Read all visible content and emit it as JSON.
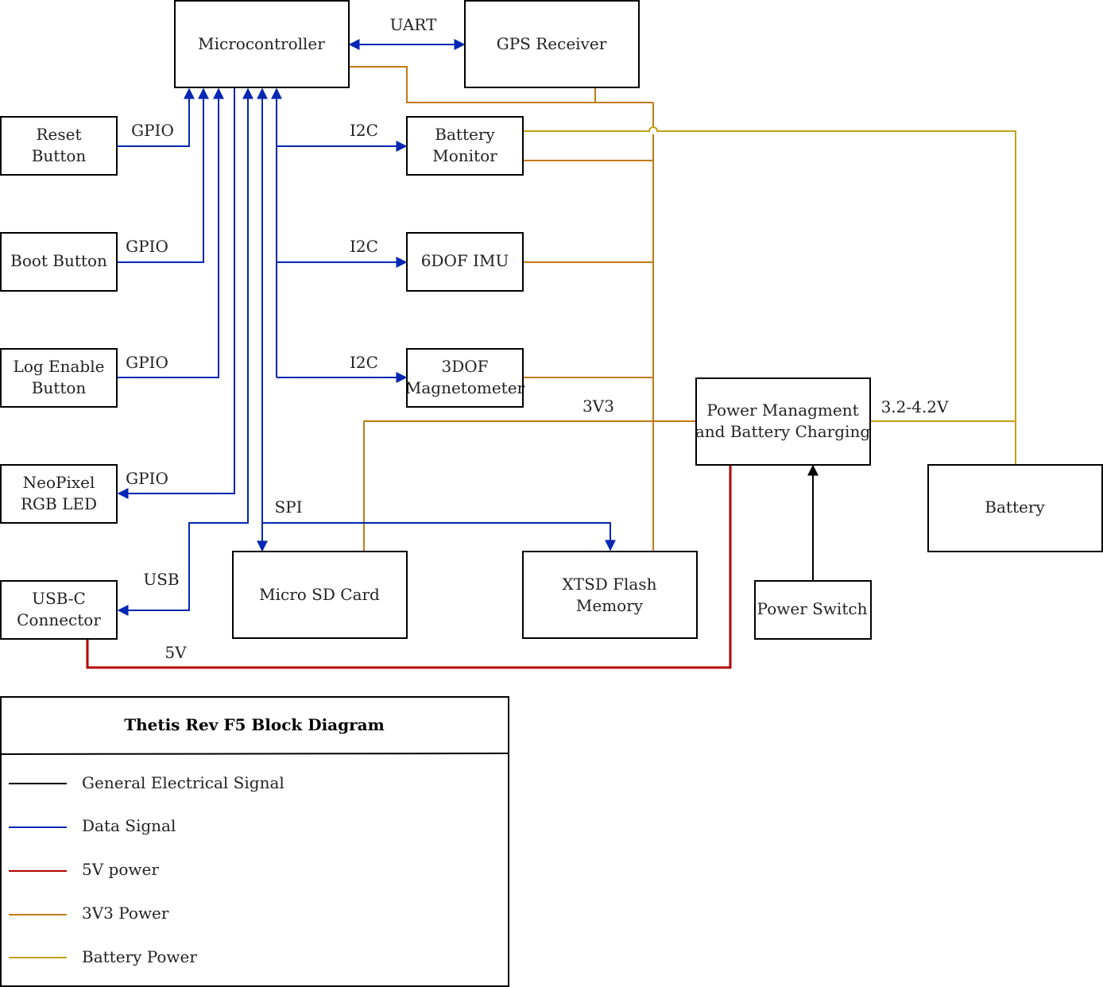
{
  "blocks": {
    "microcontroller": [
      "Microcontroller"
    ],
    "gps": [
      "GPS Receiver"
    ],
    "reset": [
      "Reset",
      "Button"
    ],
    "boot": [
      "Boot Button"
    ],
    "log": [
      "Log Enable",
      "Button"
    ],
    "neopixel": [
      "NeoPixel",
      "RGB LED"
    ],
    "usbc": [
      "USB-C",
      "Connector"
    ],
    "battmon": [
      "Battery",
      "Monitor"
    ],
    "imu": [
      "6DOF IMU"
    ],
    "mag": [
      "3DOF",
      "Magnetometer"
    ],
    "pmic": [
      "Power Managment",
      "and Battery Charging"
    ],
    "battery": [
      "Battery"
    ],
    "sd": [
      "Micro SD Card"
    ],
    "flash": [
      "XTSD Flash",
      "Memory"
    ],
    "switch": [
      "Power Switch"
    ]
  },
  "connections": {
    "uart": "UART",
    "gpio_reset": "GPIO",
    "gpio_boot": "GPIO",
    "gpio_log": "GPIO",
    "gpio_neo": "GPIO",
    "usb": "USB",
    "i2c_battmon": "I2C",
    "i2c_imu": "I2C",
    "i2c_mag": "I2C",
    "spi": "SPI",
    "v5": "5V",
    "v33": "3V3",
    "vbatt": "3.2-4.2V"
  },
  "legend": {
    "title": "Thetis Rev F5 Block Diagram",
    "items": [
      {
        "label": "General Electrical Signal",
        "color": "#000000"
      },
      {
        "label": "Data Signal",
        "color": "#0027b3"
      },
      {
        "label": "5V power",
        "color": "#b20000"
      },
      {
        "label": "3V3 Power",
        "color": "#c27a14"
      },
      {
        "label": "Battery Power",
        "color": "#c4a012"
      }
    ]
  }
}
